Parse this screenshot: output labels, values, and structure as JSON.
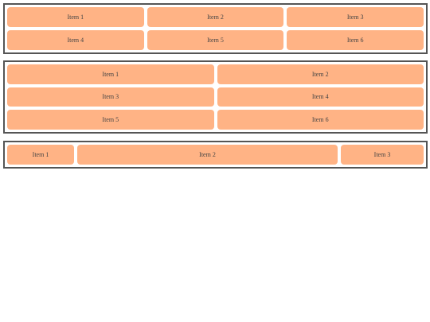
{
  "grids": [
    {
      "items": [
        "Item 1",
        "Item 2",
        "Item 3",
        "Item 4",
        "Item 5",
        "Item 6"
      ]
    },
    {
      "items": [
        "Item 1",
        "Item 2",
        "Item 3",
        "Item 4",
        "Item 5",
        "Item 6"
      ]
    },
    {
      "items": [
        "Item 1",
        "Item 2",
        "Item 3"
      ]
    }
  ],
  "colors": {
    "item_background": "#ffb385",
    "container_border": "#555555",
    "text": "#444444"
  }
}
